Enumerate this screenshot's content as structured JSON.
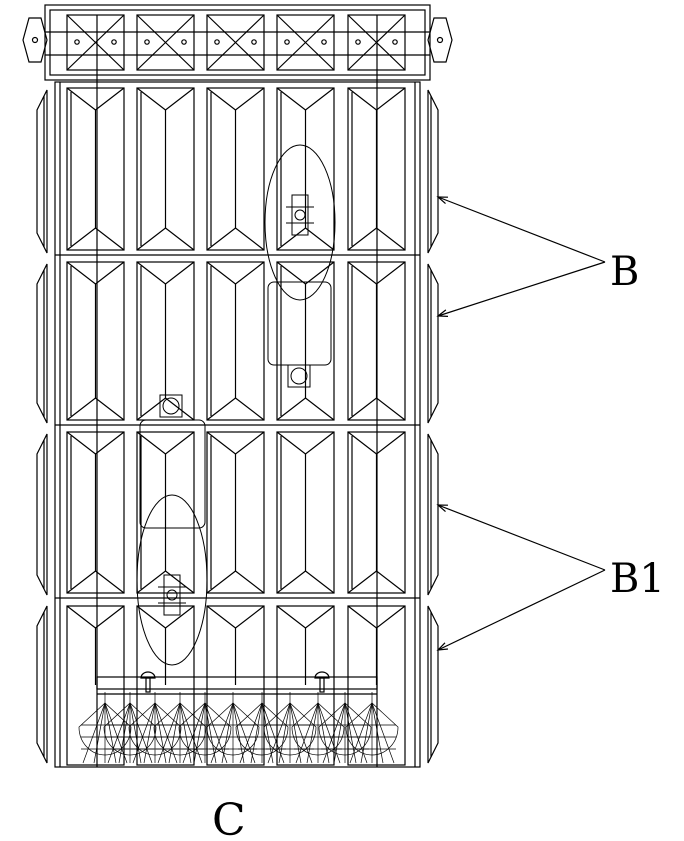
{
  "labels": {
    "b": "B",
    "b1": "B1",
    "c": "C"
  },
  "colors": {
    "line": "#000000",
    "background": "#ffffff"
  }
}
